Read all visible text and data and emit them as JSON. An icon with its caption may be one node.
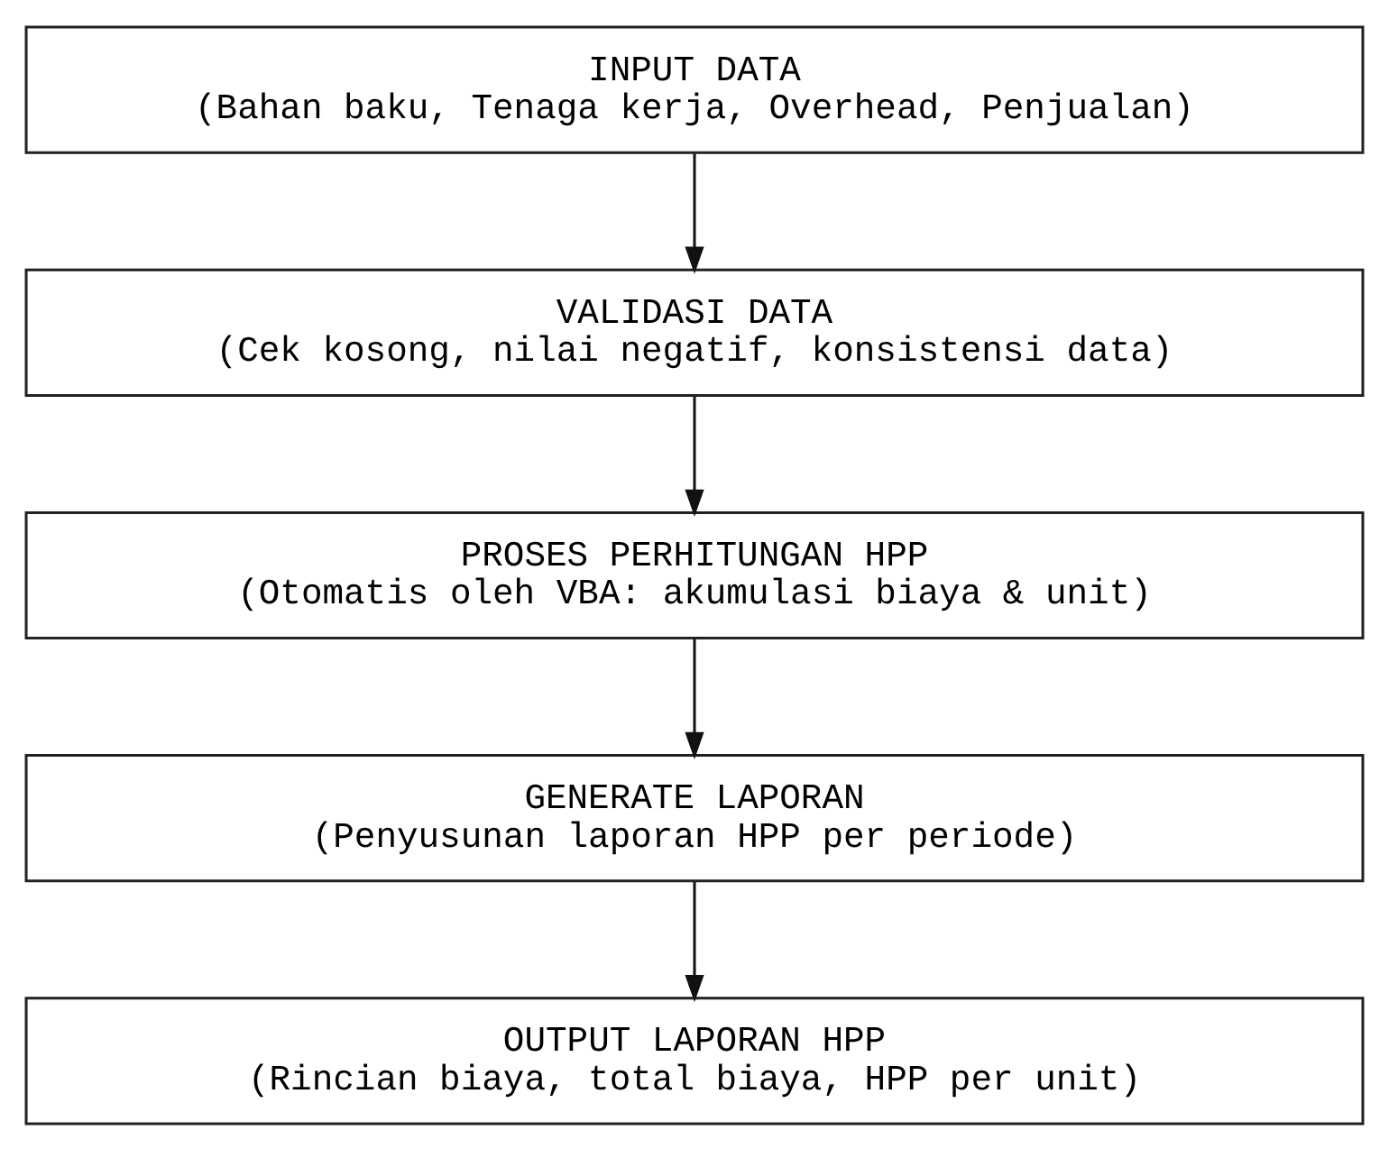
{
  "diagram": {
    "nodes": [
      {
        "text": [
          "INPUT DATA",
          "(Bahan baku, Tenaga kerja, Overhead, Penjualan)"
        ]
      },
      {
        "text": [
          "VALIDASI DATA",
          "(Cek kosong, nilai negatif, konsistensi data)"
        ]
      },
      {
        "text": [
          "PROSES PERHITUNGAN HPP",
          "(Otomatis oleh VBA: akumulasi biaya & unit)"
        ]
      },
      {
        "text": [
          "GENERATE LAPORAN",
          "(Penyusunan laporan HPP per periode)"
        ]
      },
      {
        "text": [
          "OUTPUT LAPORAN HPP",
          "(Rincian biaya, total biaya, HPP per unit)"
        ]
      }
    ],
    "edges": [
      {
        "from": 0,
        "to": 1,
        "arrow": "to"
      },
      {
        "from": 1,
        "to": 2,
        "arrow": "to"
      },
      {
        "from": 2,
        "to": 3,
        "arrow": "to"
      },
      {
        "from": 3,
        "to": 4,
        "arrow": "to"
      }
    ]
  }
}
